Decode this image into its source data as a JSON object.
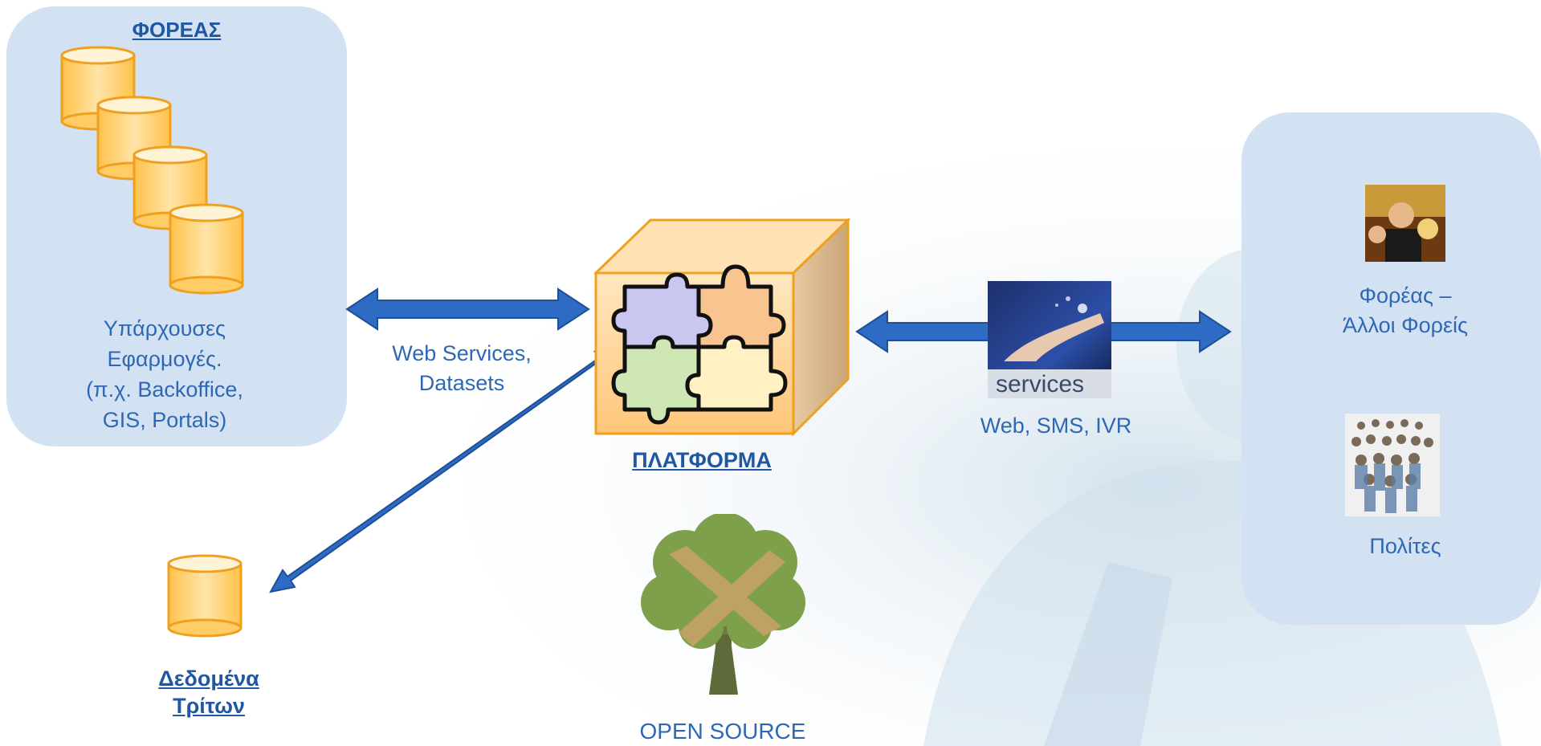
{
  "agency_panel": {
    "title": "ΦΟΡΕΑΣ",
    "apps_text_lines": [
      "Υπάρχουσες",
      "Εφαρμογές.",
      "(π.χ. Backoffice,",
      "GIS, Portals)"
    ]
  },
  "left_link_label_lines": [
    "Web Services,",
    "Datasets"
  ],
  "platform": {
    "title": "ΠΛΑΤΦΟΡΜΑ"
  },
  "services_image": {
    "caption": "services"
  },
  "channels_label": "Web, SMS, IVR",
  "third_party": {
    "title_lines": [
      "Δεδομένα",
      "Τρίτων"
    ]
  },
  "open_source_label": "OPEN SOURCE",
  "right_panel": {
    "agencies_lines": [
      "Φορέας –",
      "Άλλοι Φορείς"
    ],
    "citizens": "Πολίτες"
  },
  "colors": {
    "panel": "#d3e2f3",
    "text": "#2e68b5",
    "title": "#2057a3",
    "arrow": "#2e6bc4",
    "cylinder": "#ffc966"
  },
  "icons": [
    "database-icon",
    "puzzle-cube-icon",
    "services-hand-icon",
    "people-photo-icon",
    "crowd-photo-icon",
    "tree-icon"
  ]
}
